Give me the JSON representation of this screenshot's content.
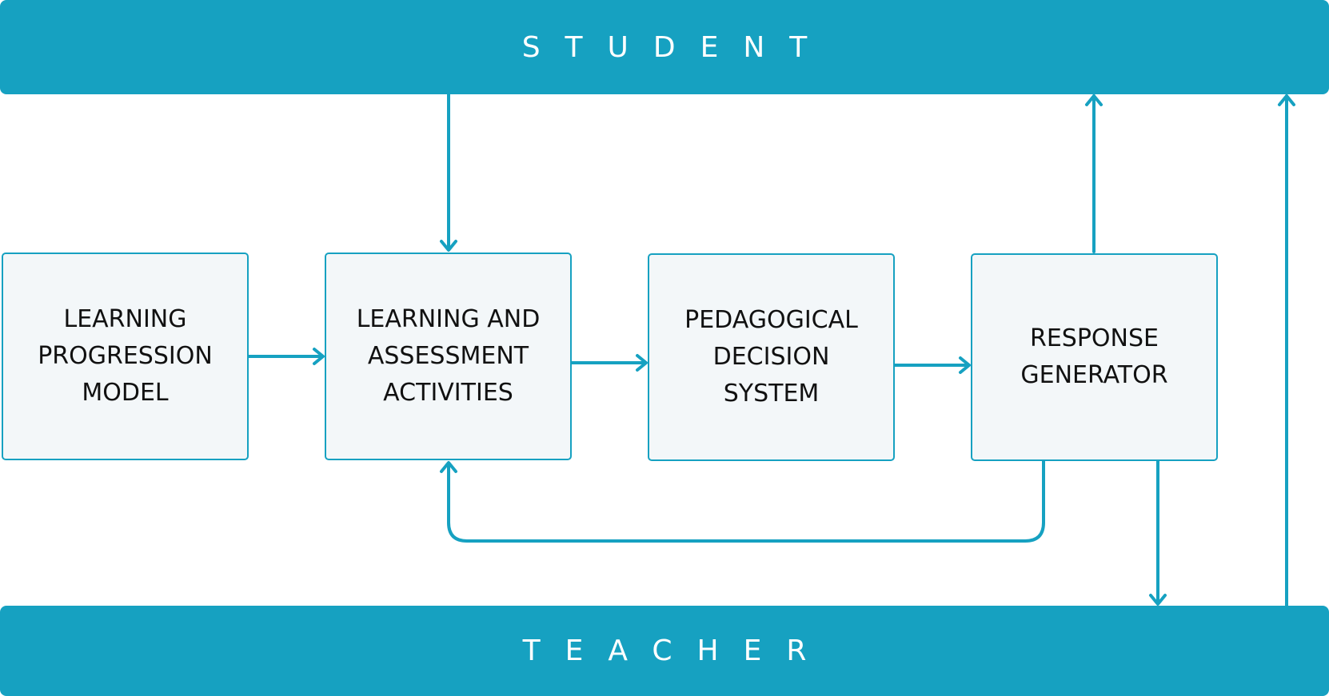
{
  "bands": {
    "student": "STUDENT",
    "teacher": "TEACHER"
  },
  "boxes": {
    "learning_progression": {
      "lines": [
        "LEARNING",
        "PROGRESSION",
        "MODEL"
      ]
    },
    "learning_assessment": {
      "lines": [
        "LEARNING AND",
        "ASSESSMENT",
        "ACTIVITIES"
      ]
    },
    "pedagogical": {
      "lines": [
        "PEDAGOGICAL",
        "DECISION",
        "SYSTEM"
      ]
    },
    "response_generator": {
      "lines": [
        "RESPONSE",
        "GENERATOR"
      ]
    }
  },
  "colors": {
    "accent": "#16a1c1",
    "box_fill": "#f3f7f9",
    "text": "#111111",
    "band_text": "#ffffff"
  }
}
